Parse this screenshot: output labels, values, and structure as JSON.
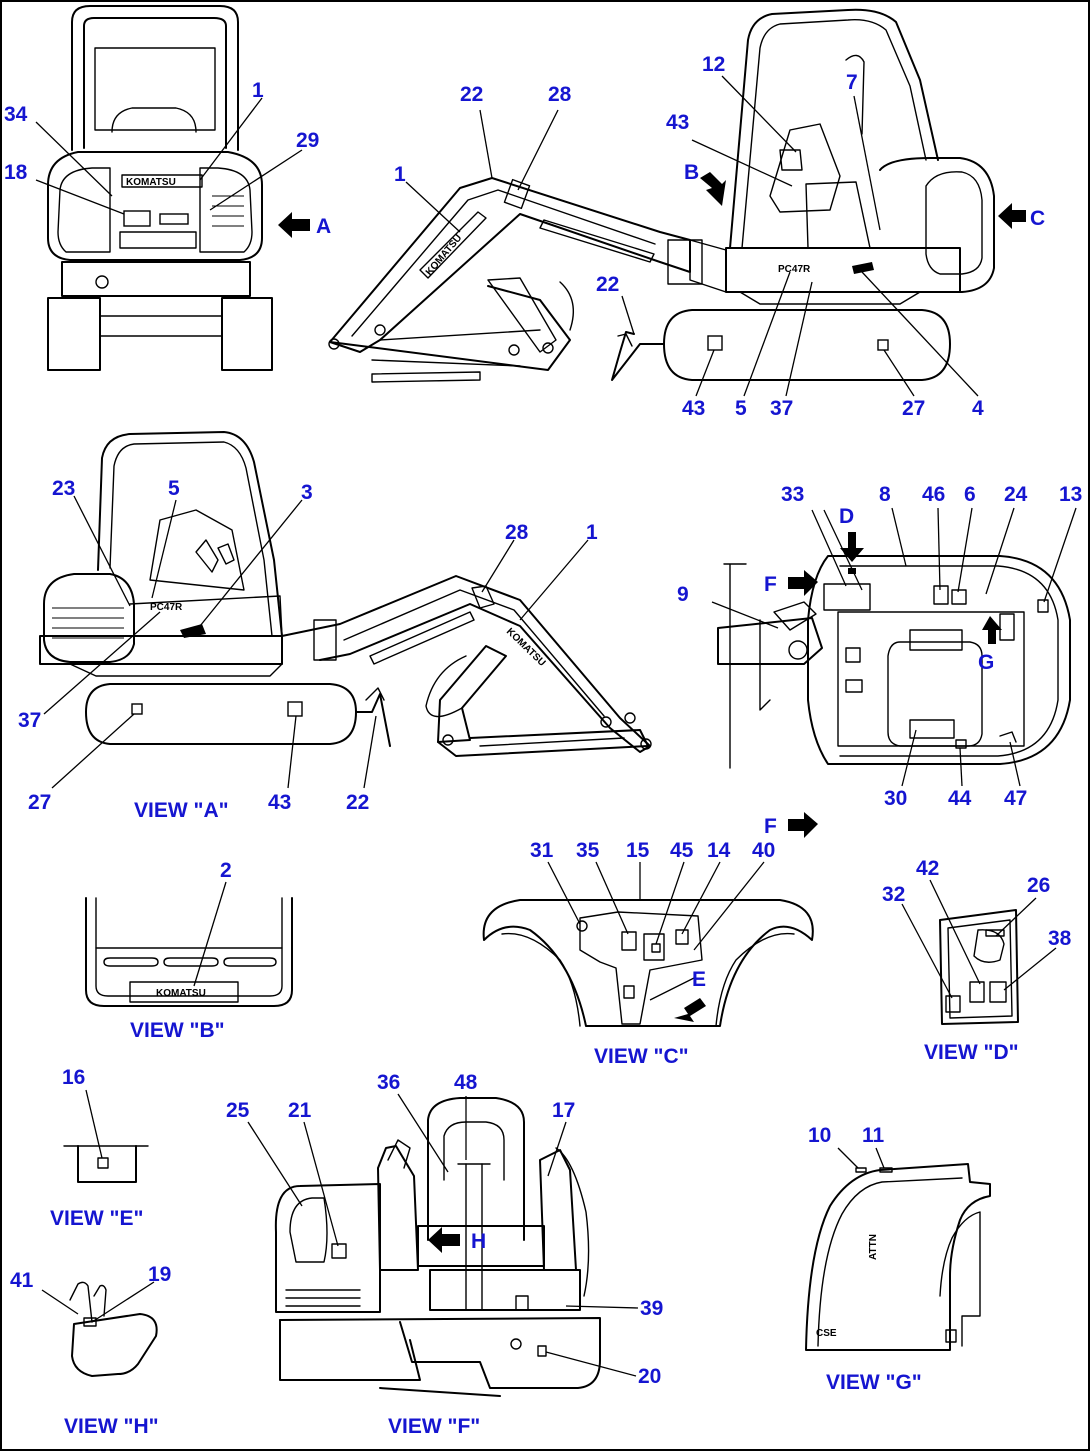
{
  "callouts": {
    "front": [
      "1",
      "34",
      "29",
      "18",
      "A"
    ],
    "side1": [
      "22",
      "28",
      "1",
      "12",
      "7",
      "43",
      "B",
      "C",
      "22",
      "43",
      "5",
      "37",
      "27",
      "4"
    ],
    "sideA": [
      "23",
      "5",
      "3",
      "28",
      "1",
      "37",
      "27",
      "43",
      "22"
    ],
    "top": [
      "33",
      "D",
      "8",
      "46",
      "6",
      "24",
      "13",
      "F",
      "9",
      "G",
      "F",
      "30",
      "44",
      "47"
    ],
    "viewC": [
      "31",
      "35",
      "15",
      "45",
      "14",
      "40",
      "E"
    ],
    "viewD": [
      "42",
      "26",
      "32",
      "38"
    ],
    "viewB": [
      "2"
    ],
    "viewE": [
      "16"
    ],
    "viewH": [
      "41",
      "19"
    ],
    "viewF": [
      "36",
      "48",
      "25",
      "21",
      "17",
      "H",
      "39",
      "20"
    ],
    "viewG": [
      "10",
      "11"
    ]
  },
  "view_labels": {
    "a": "VIEW \"A\"",
    "b": "VIEW \"B\"",
    "c": "VIEW \"C\"",
    "d": "VIEW \"D\"",
    "e": "VIEW \"E\"",
    "f": "VIEW \"F\"",
    "g": "VIEW \"G\"",
    "h": "VIEW \"H\""
  },
  "colors": {
    "callout": "#1515d0",
    "line": "#000000",
    "background": "#ffffff"
  }
}
